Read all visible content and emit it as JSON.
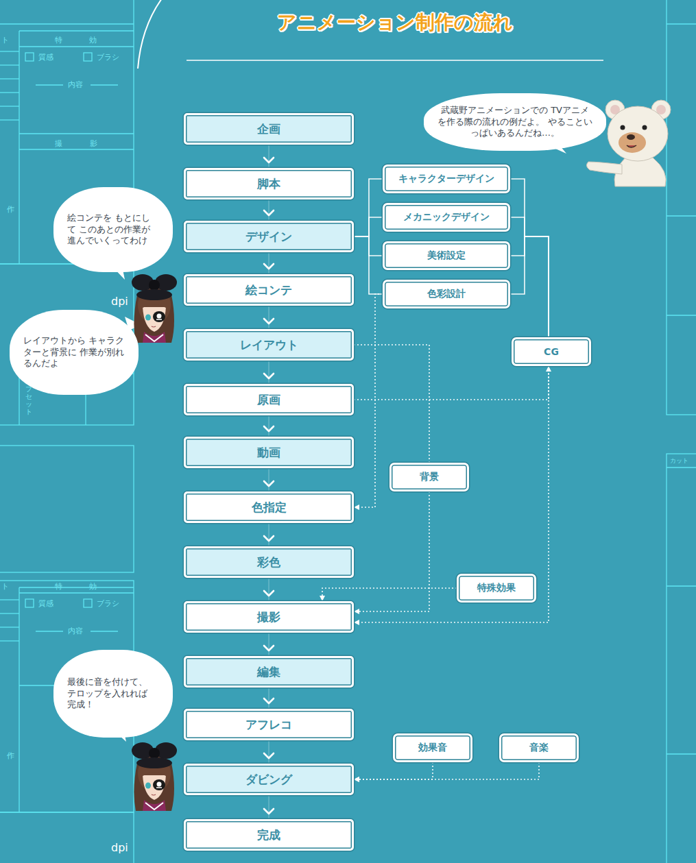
{
  "diagram": {
    "title": "アニメーション制作の流れ",
    "nodes": [
      {
        "text": [
          "企画"
        ]
      },
      {
        "text": [
          "脚本"
        ]
      },
      {
        "text": [
          "デザイン"
        ]
      },
      {
        "text": [
          "絵コンテ"
        ]
      },
      {
        "text": [
          "レイアウト"
        ]
      },
      {
        "text": [
          "原画"
        ]
      },
      {
        "text": [
          "動画"
        ]
      },
      {
        "text": [
          "色指定"
        ]
      },
      {
        "text": [
          "彩色"
        ]
      },
      {
        "text": [
          "撮影"
        ]
      },
      {
        "text": [
          "編集"
        ]
      },
      {
        "text": [
          "アフレコ"
        ]
      },
      {
        "text": [
          "ダビング"
        ]
      },
      {
        "text": [
          "完成"
        ]
      },
      {
        "text": [
          "キャラクターデザイン"
        ]
      },
      {
        "text": [
          "メカニックデザイン"
        ]
      },
      {
        "text": [
          "美術設定"
        ]
      },
      {
        "text": [
          "色彩設計"
        ]
      },
      {
        "text": [
          "CG"
        ]
      },
      {
        "text": [
          "背景"
        ]
      },
      {
        "text": [
          "特殊効果"
        ]
      },
      {
        "text": [
          "効果音"
        ]
      },
      {
        "text": [
          "音楽"
        ]
      },
      {
        "text": [
          "武蔵野アニメーションでの TVアニメを作る際の流れの例だよ。 やることいっぱいあるんだね…。"
        ]
      },
      {
        "text": [
          "絵コンテを もとにして このあとの作業が 進んでいくってわけ"
        ]
      },
      {
        "text": [
          "レイアウトから キャラクターと背景に 作業が別れるんだよ"
        ]
      },
      {
        "text": [
          "最後に音を付けて、 テロップを入れれば 完成！"
        ]
      }
    ],
    "edges": [
      {
        "from": 0,
        "to": 1,
        "arrow": "to"
      },
      {
        "from": 1,
        "to": 2,
        "arrow": "to"
      },
      {
        "from": 2,
        "to": 3,
        "arrow": "to"
      },
      {
        "from": 3,
        "to": 4,
        "arrow": "to"
      },
      {
        "from": 4,
        "to": 5,
        "arrow": "to"
      },
      {
        "from": 5,
        "to": 6,
        "arrow": "to"
      },
      {
        "from": 6,
        "to": 7,
        "arrow": "to"
      },
      {
        "from": 7,
        "to": 8,
        "arrow": "to"
      },
      {
        "from": 8,
        "to": 9,
        "arrow": "to"
      },
      {
        "from": 9,
        "to": 10,
        "arrow": "to"
      },
      {
        "from": 10,
        "to": 11,
        "arrow": "to"
      },
      {
        "from": 11,
        "to": 12,
        "arrow": "to"
      },
      {
        "from": 12,
        "to": 13,
        "arrow": "to"
      },
      {
        "from": 2,
        "to": 14,
        "arrow": "none"
      },
      {
        "from": 2,
        "to": 15,
        "arrow": "none"
      },
      {
        "from": 2,
        "to": 16,
        "arrow": "none"
      },
      {
        "from": 2,
        "to": 17,
        "arrow": "none"
      },
      {
        "from": 14,
        "to": 18,
        "arrow": "none"
      },
      {
        "from": 15,
        "to": 18,
        "arrow": "none"
      },
      {
        "from": 16,
        "to": 18,
        "arrow": "none"
      },
      {
        "from": 17,
        "to": 18,
        "arrow": "none"
      },
      {
        "from": 5,
        "to": 18,
        "arrow": "to"
      },
      {
        "from": 17,
        "to": 7,
        "arrow": "to"
      },
      {
        "from": 4,
        "to": 19,
        "arrow": "none"
      },
      {
        "from": 19,
        "to": 9,
        "arrow": "to"
      },
      {
        "from": 18,
        "to": 9,
        "arrow": "to"
      },
      {
        "from": 20,
        "to": 9,
        "arrow": "to"
      },
      {
        "from": 21,
        "to": 12,
        "arrow": "to"
      },
      {
        "from": 22,
        "to": 12,
        "arrow": "to"
      }
    ],
    "labels": [
      "ト",
      "特",
      "効",
      "質感",
      "ブラシ",
      "内容",
      "撮",
      "影",
      "作",
      "dpi",
      "フセット",
      "ト",
      "特",
      "効",
      "質感",
      "ブラシ",
      "内容",
      "作",
      "dpi",
      "カット"
    ]
  }
}
